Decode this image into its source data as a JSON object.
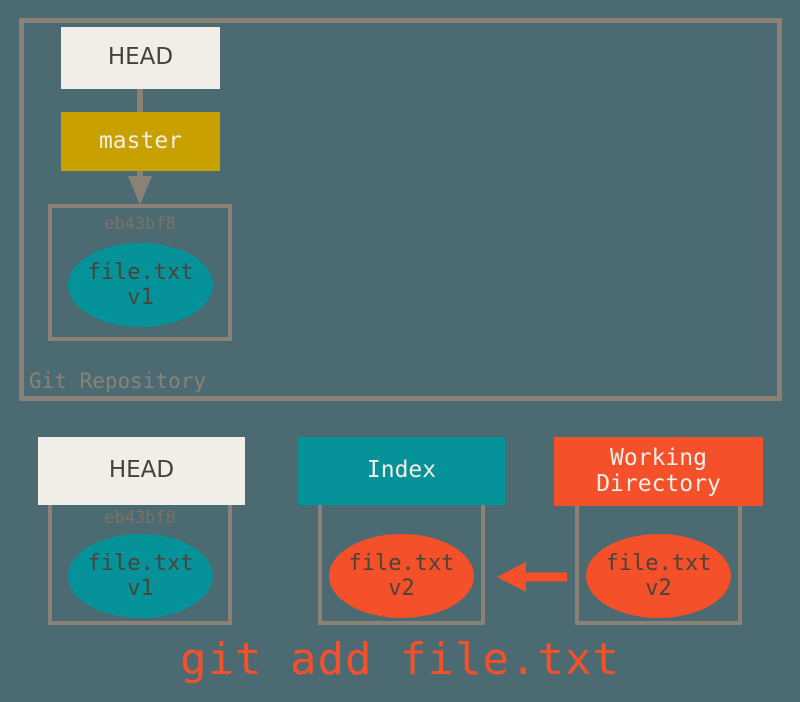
{
  "diagram": {
    "title": "git add file.txt",
    "background_color": "#4c6a72",
    "caption": "git add file.txt",
    "repository": {
      "label": "Git Repository",
      "head": {
        "label": "HEAD",
        "color": "#f0eee7"
      },
      "branch": {
        "label": "master",
        "color": "#c8a000"
      },
      "commit": {
        "sha": "eb43bf8",
        "blob": {
          "filename": "file.txt",
          "version": "v1",
          "color": "#059299"
        }
      }
    },
    "areas": [
      {
        "id": "head",
        "label": "HEAD",
        "header_color": "#f0eee7",
        "header_text_color": "#484139",
        "sha": "eb43bf8",
        "blob": {
          "filename": "file.txt",
          "version": "v1",
          "color": "#059299"
        }
      },
      {
        "id": "index",
        "label": "Index",
        "header_color": "#059299",
        "header_text_color": "#f0eee7",
        "sha": "",
        "blob": {
          "filename": "file.txt",
          "version": "v2",
          "color": "#f4502a"
        }
      },
      {
        "id": "working-directory",
        "label_line1": "Working",
        "label_line2": "Directory",
        "header_color": "#f4502a",
        "header_text_color": "#f0eee7",
        "sha": "",
        "blob": {
          "filename": "file.txt",
          "version": "v2",
          "color": "#f4502a"
        }
      }
    ],
    "arrows": [
      {
        "name": "master-to-commit",
        "direction": "down",
        "color": "#8b8277"
      },
      {
        "name": "workdir-to-index",
        "direction": "left",
        "color": "#f4502a"
      }
    ],
    "connectors": [
      {
        "name": "head-to-master",
        "color": "#8b8277"
      }
    ],
    "palette": {
      "frame": "#8b8277",
      "teal": "#059299",
      "orange": "#f4502a",
      "gold": "#c8a000",
      "cream": "#f0eee7",
      "text_dark": "#4a443d"
    }
  }
}
